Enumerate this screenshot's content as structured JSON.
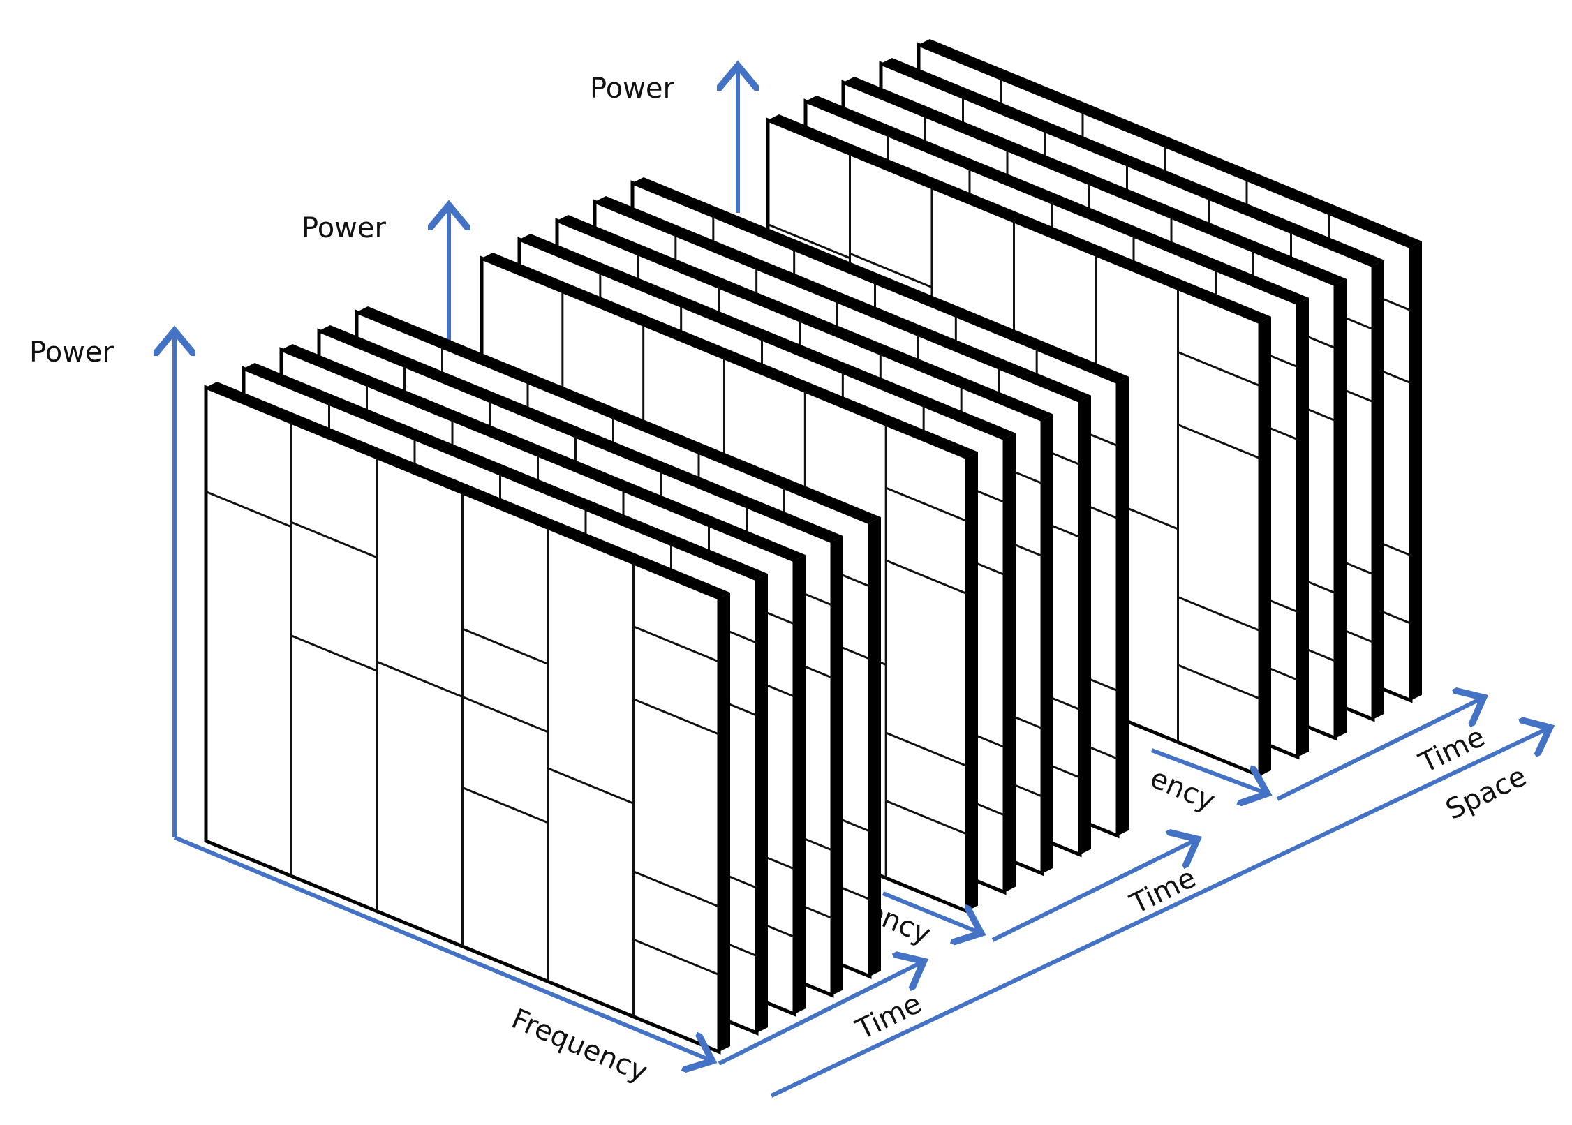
{
  "colors": {
    "axis": "#4472C4",
    "frame_edge": "#000000",
    "frame_fill": "#ffffff",
    "cell_line": "#111111"
  },
  "labels": {
    "power": "Power",
    "frequency": "Frequency",
    "time": "Time",
    "space": "Space",
    "frequency_partial": "ency"
  },
  "diagram": {
    "groups": [
      {
        "name": "group-front",
        "frames": 5
      },
      {
        "name": "group-middle",
        "frames": 5
      },
      {
        "name": "group-back",
        "frames": 5
      }
    ],
    "columns_per_frame": 6
  }
}
